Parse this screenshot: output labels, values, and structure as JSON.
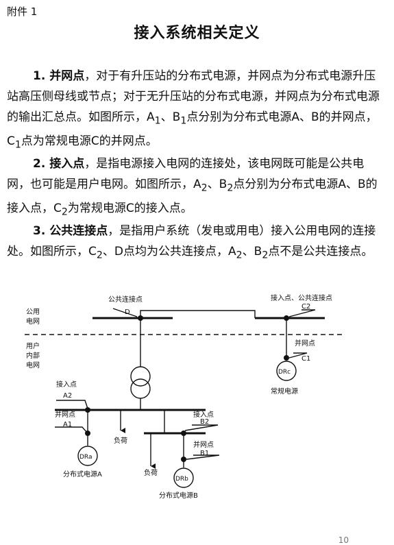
{
  "attachment_label": "附件 1",
  "title": "接入系统相关定义",
  "paragraphs": [
    {
      "term": "1. 并网点",
      "body_html": "，对于有升压站的分布式电源，并网点为分布式电源升压站高压侧母线或节点；对于无升压站的分布式电源，并网点为分布式电源的输出汇总点。如图所示，A<sub>1</sub>、B<sub>1</sub>点分别为分布式电源A、B的并网点，C<sub>1</sub>点为常规电源C的并网点。"
    },
    {
      "term": "2. 接入点",
      "body_html": "，是指电源接入电网的连接处，该电网既可能是公共电网，也可能是用户电网。如图所示，A<sub>2</sub>、B<sub>2</sub>点分别为分布式电源A、B的接入点，C<sub>2</sub>为常规电源C的接入点。"
    },
    {
      "term": "3. 公共连接点",
      "body_html": "，是指用户系统（发电或用电）接入公用电网的连接处。如图所示，C<sub>2</sub>、D点均为公共连接点，A<sub>2</sub>、B<sub>2</sub>点不是公共连接点。"
    }
  ],
  "diagram": {
    "public_grid_label": [
      "公用",
      "电网"
    ],
    "user_internal_label": [
      "用户",
      "内部",
      "电网"
    ],
    "pcc_label": "公共连接点",
    "node_d": "D",
    "access_pcc_label": "接入点、公共连接点",
    "node_c2": "C2",
    "grid_connection_label": "并网点",
    "node_c1": "C1",
    "source_c_symbol": "DRc",
    "source_c_caption": "常规电源",
    "access_label": "接入点",
    "node_a2": "A2",
    "node_a1": "A1",
    "source_a_symbol": "DRa",
    "source_a_caption": "分布式电源A",
    "load_label": "负荷",
    "node_b2": "B2",
    "node_b1": "B1",
    "source_b_symbol": "DRb",
    "source_b_caption": "分布式电源B"
  },
  "page_number": "10"
}
